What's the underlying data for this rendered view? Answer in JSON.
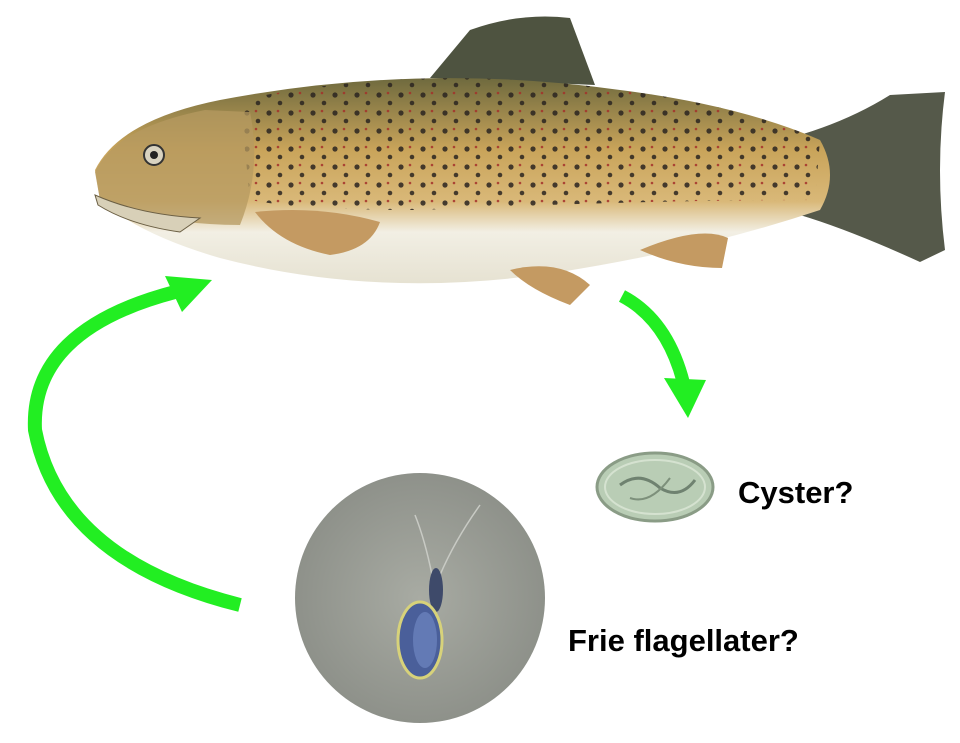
{
  "labels": {
    "cysts": "Cyster?",
    "free_flagellates": "Frie flagellater?"
  },
  "colors": {
    "arrow": "#22ee22",
    "fish_body": "#c9a45a",
    "fish_belly": "#f2efe4",
    "cyst": "#b9cdb5",
    "micrograph_bg": "#9ea19a"
  },
  "icons": [
    "trout-illustration",
    "cyst-micrograph",
    "flagellate-micrograph",
    "curved-arrow"
  ]
}
